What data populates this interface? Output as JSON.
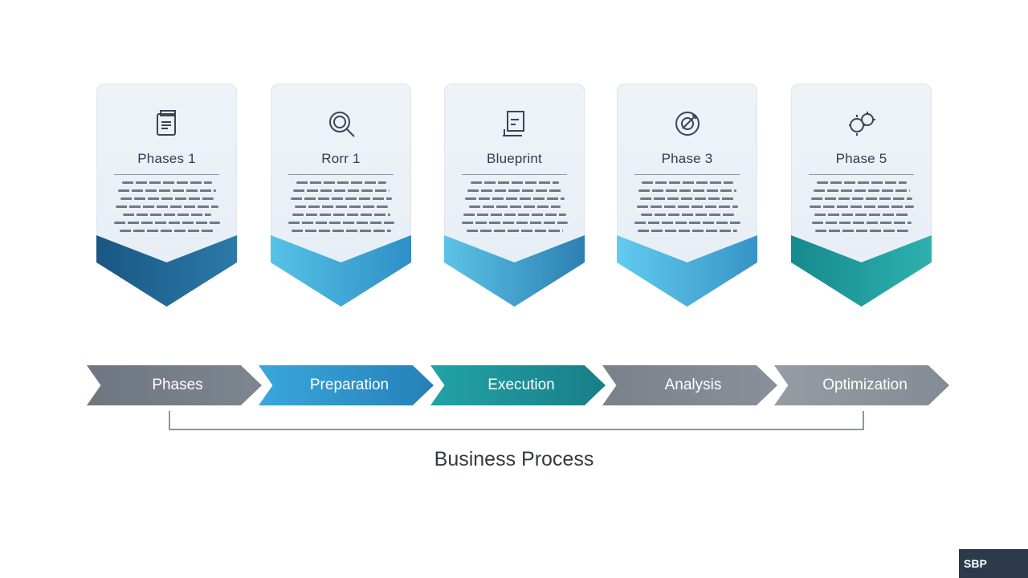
{
  "cards": [
    {
      "title": "Phases 1",
      "icon": "document-icon",
      "color_top": "#1d5f8c",
      "color_bottom": "#2a79a8"
    },
    {
      "title": "Rorr 1",
      "icon": "magnifier-icon",
      "color_top": "#4cb7df",
      "color_bottom": "#3aa3d6"
    },
    {
      "title": "Blueprint",
      "icon": "blueprint-icon",
      "color_top": "#5ac1e4",
      "color_bottom": "#2f86b8"
    },
    {
      "title": "Phase 3",
      "icon": "target-icon",
      "color_top": "#5ec5e8",
      "color_bottom": "#3a9fcf"
    },
    {
      "title": "Phase 5",
      "icon": "gears-icon",
      "color_top": "#1b8e90",
      "color_bottom": "#2aa8a6"
    }
  ],
  "process": [
    {
      "label": "Phases",
      "color": "#737b86"
    },
    {
      "label": "Preparation",
      "color": "#2f8fc7"
    },
    {
      "label": "Execution",
      "color": "#1f9499"
    },
    {
      "label": "Analysis",
      "color": "#7c838d"
    },
    {
      "label": "Optimization",
      "color": "#8f969f"
    }
  ],
  "caption": "Business Process",
  "logo_text": "SBP"
}
